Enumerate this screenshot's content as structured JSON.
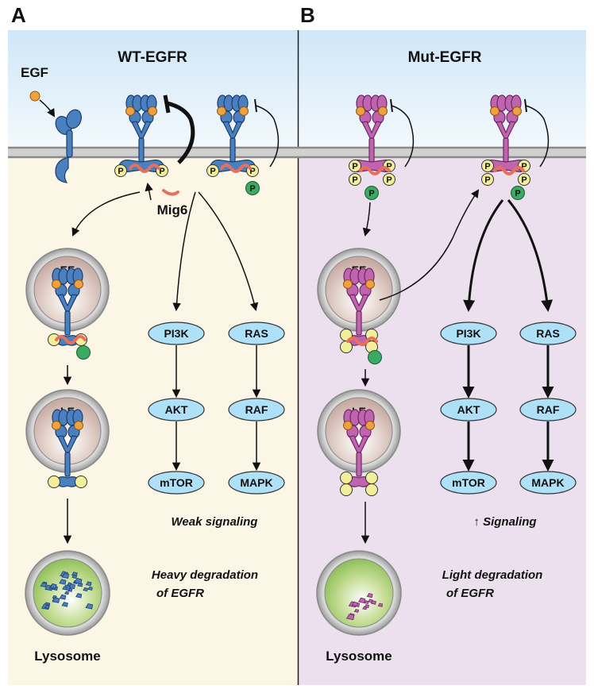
{
  "colors": {
    "wt_receptor": "#4a7fc0",
    "mut_receptor": "#c064b0",
    "ligand": "#f0a040",
    "mig6": "#e8705a",
    "phospho": "#f3ee9a",
    "green_p": "#3aaa62",
    "node_fill": "#aee0f7",
    "cytoplasm_a": "#fbf6e6",
    "cytoplasm_b": "#ece0ee",
    "extracellular": "#d8ecf8"
  },
  "panel_a": {
    "letter": "A",
    "title": "WT-EGFR",
    "ligand_label": "EGF",
    "inhibitor_label": "Mig6",
    "ee_label": "EE",
    "le_label": "LE",
    "lysosome_label": "Lysosome",
    "pathway_left": [
      "PI3K",
      "AKT",
      "mTOR"
    ],
    "pathway_right": [
      "RAS",
      "RAF",
      "MAPK"
    ],
    "signal_text": "Weak signaling",
    "degradation_line1": "Heavy degradation",
    "degradation_line2": "of EGFR",
    "phospho_label": "P"
  },
  "panel_b": {
    "letter": "B",
    "title": "Mut-EGFR",
    "ee_label": "EE",
    "le_label": "LE",
    "lysosome_label": "Lysosome",
    "pathway_left": [
      "PI3K",
      "AKT",
      "mTOR"
    ],
    "pathway_right": [
      "RAS",
      "RAF",
      "MAPK"
    ],
    "signal_text": "↑ Signaling",
    "degradation_line1": "Light degradation",
    "degradation_line2": "of EGFR",
    "phospho_label": "P"
  }
}
